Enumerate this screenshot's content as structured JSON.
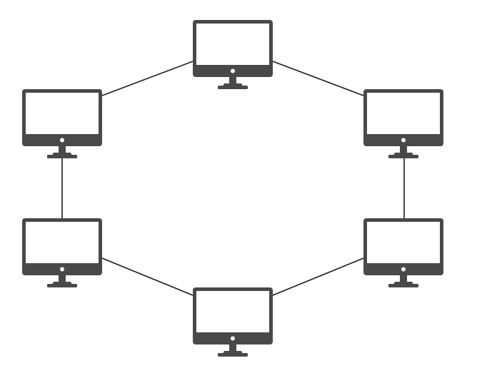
{
  "diagram": {
    "type": "ring-network-topology",
    "icon": "desktop-monitor-icon",
    "colors": {
      "device": "#4a4949",
      "screen": "#ffffff",
      "link": "#1a1a1a",
      "background": "#ffffff"
    },
    "nodes": [
      {
        "id": "top"
      },
      {
        "id": "upper-right"
      },
      {
        "id": "lower-right"
      },
      {
        "id": "bottom"
      },
      {
        "id": "lower-left"
      },
      {
        "id": "upper-left"
      }
    ],
    "links": [
      [
        "top",
        "upper-right"
      ],
      [
        "upper-right",
        "lower-right"
      ],
      [
        "lower-right",
        "bottom"
      ],
      [
        "bottom",
        "lower-left"
      ],
      [
        "lower-left",
        "upper-left"
      ],
      [
        "upper-left",
        "top"
      ]
    ]
  }
}
